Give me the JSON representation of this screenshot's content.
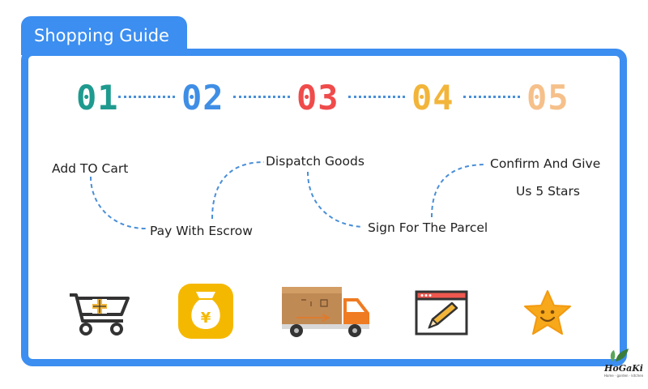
{
  "header": {
    "title": "Shopping Guide"
  },
  "accent_color": "#3c8ef0",
  "steps": [
    {
      "number": "01",
      "color": "#1f9a8f",
      "label": "Add TO Cart",
      "icon": "shopping-cart-icon"
    },
    {
      "number": "02",
      "color": "#3f8ee6",
      "label": "Pay With Escrow",
      "icon": "money-bag-icon"
    },
    {
      "number": "03",
      "color": "#f04b4b",
      "label": "Dispatch Goods",
      "icon": "delivery-truck-icon"
    },
    {
      "number": "04",
      "color": "#f2b53a",
      "label": "Sign For The Parcel",
      "icon": "edit-document-icon"
    },
    {
      "number": "05",
      "color": "#f6c08a",
      "label_line1": "Confirm And Give",
      "label_line2": "Us 5 Stars",
      "icon": "smiling-star-icon"
    }
  ],
  "logo": {
    "name": "HoGaKi",
    "tagline": "Home · garden · kitchen"
  }
}
